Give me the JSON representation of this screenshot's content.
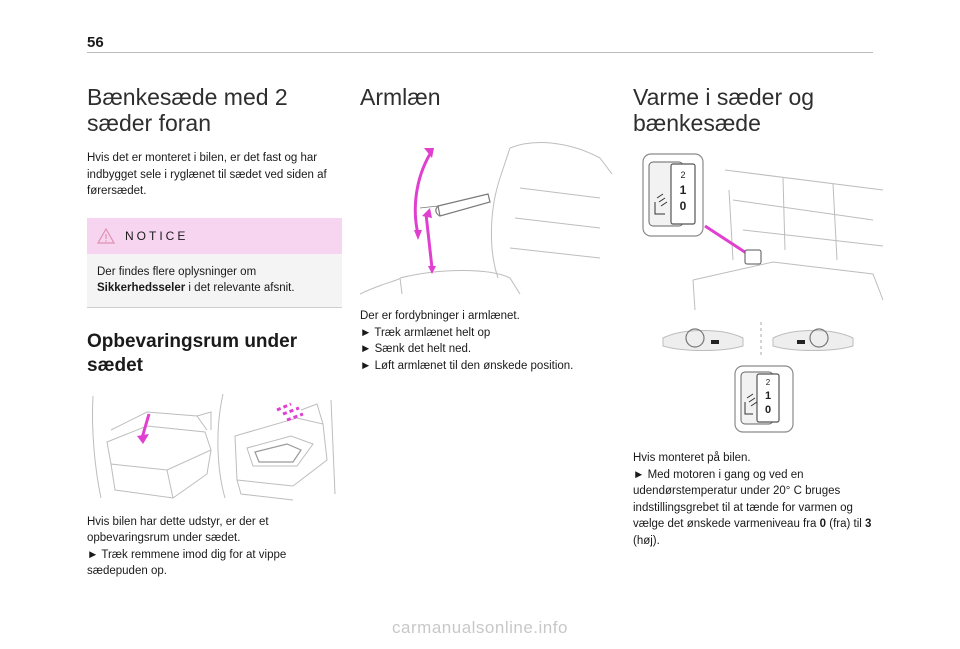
{
  "page_number": "56",
  "col1": {
    "title_line1": "Bænkesæde med 2",
    "title_line2": "sæder foran",
    "para1": "Hvis det er monteret i bilen, er det fast og har indbygget sele i ryglænet til sædet ved siden af førersædet.",
    "notice": {
      "label": "NOTICE",
      "text_before": "Der findes flere oplysninger om ",
      "text_bold": "Sikkerhedsseler",
      "text_after": " i det relevante afsnit."
    },
    "section2_line1": "Opbevaringsrum under",
    "section2_line2": "sædet",
    "para2_line1": "Hvis bilen har dette udstyr, er der et",
    "para2_line2": "opbevaringsrum under sædet.",
    "para2_line3": "► Træk remmene imod dig for at vippe",
    "para2_line4": "sædepuden op."
  },
  "col2": {
    "title": "Armlæn",
    "line1": "Der er fordybninger i armlænet.",
    "line2": "► Træk armlænet helt op",
    "line3": "► Sænk det helt ned.",
    "line4": "► Løft armlænet til den ønskede position."
  },
  "col3": {
    "title_line1": "Varme i sæder og",
    "title_line2": "bænkesæde",
    "switch_top": "2",
    "switch_mid": "1",
    "switch_bottom": "0",
    "line1": "Hvis monteret på bilen.",
    "line2": "► Med motoren i gang og ved en",
    "line3": "udendørstemperatur under 20° C bruges",
    "line4": "indstillingsgrebet til at tænde for varmen og",
    "line5_pre": "vælge det ønskede varmeniveau fra ",
    "line5_b1": "0",
    "line5_mid": " (fra) til ",
    "line5_b2": "3",
    "line6": "(høj)."
  },
  "footer": "carmanualsonline.info",
  "colors": {
    "accent": "#e040d0",
    "notice_bg": "#f7d5f0",
    "notice_body": "#f4f4f4"
  }
}
